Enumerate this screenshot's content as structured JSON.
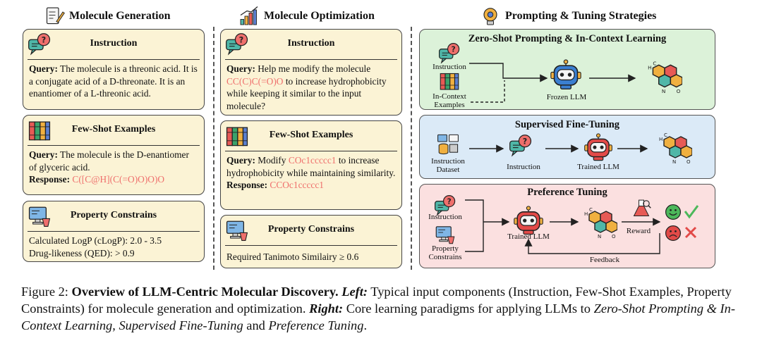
{
  "columns": {
    "generation": "Molecule Generation",
    "optimization": "Molecule Optimization",
    "strategies": "Prompting & Tuning Strategies"
  },
  "generation": {
    "instruction_title": "Instruction",
    "query_label": "Query:",
    "query_text": "The molecule is a threonic acid. It is a conjugate acid of a D-threonate. It is an enantiomer of a L-threonic acid.",
    "fewshot_title": "Few-Shot Examples",
    "fewshot_query_label": "Query:",
    "fewshot_query_text": "The molecule is the D-enantiomer of glyceric acid.",
    "response_label": "Response:",
    "response_text": "C([C@H](C(=O)O)O)O",
    "property_title": "Property Constrains",
    "property_line1": "Calculated LogP (cLogP): 2.0 - 3.5",
    "property_line2": "Drug-likeness (QED): > 0.9"
  },
  "optimization": {
    "instruction_title": "Instruction",
    "query_label": "Query:",
    "query_pre": "Help me modify the molecule",
    "query_smiles": "CC(C)C(=O)O",
    "query_post": "to increase hydrophobicity while keeping it similar to the input molecule?",
    "fewshot_title": "Few-Shot Examples",
    "fewshot_query_label": "Query:",
    "fewshot_pre": "Modify",
    "fewshot_smiles": "COc1ccccc1",
    "fewshot_post": "to increase hydrophobicity while maintaining similarity.",
    "response_label": "Response:",
    "response_text": "CCOc1ccccc1",
    "property_title": "Property Constrains",
    "property_line1": "Required Tanimoto Similairy ≥ 0.6"
  },
  "zero_shot": {
    "title": "Zero-Shot Prompting & In-Context Learning",
    "instruction": "Instruction",
    "examples": "In-Context Examples",
    "llm": "Frozen LLM"
  },
  "sft": {
    "title": "Supervised Fine-Tuning",
    "dataset": "Instruction Dataset",
    "instruction": "Instruction",
    "llm": "Trained LLM"
  },
  "pref": {
    "title": "Preference Tuning",
    "instruction": "Instruction",
    "constraints": "Property Constrains",
    "llm": "Trained LLM",
    "reward": "Reward",
    "feedback": "Feedback"
  },
  "caption": {
    "prefix": "Figure 2: ",
    "title": "Overview of LLM-Centric Molecular Discovery.",
    "left_label": "Left:",
    "left_text": " Typical input components (Instruction, Few-Shot Examples, Property Constraints) for molecule generation and optimization. ",
    "right_label": "Right:",
    "right_text": " Core learning paradigms for applying LLMs to ",
    "p1": "Zero-Shot Prompting & In-Context Learning",
    "sep1": ", ",
    "p2": "Supervised Fine-Tuning",
    "sep2": " and ",
    "p3": "Preference Tuning",
    "end": "."
  },
  "colors": {
    "card_bg": "#fbf3d5",
    "zero_shot_bg": "#dcf2d9",
    "sft_bg": "#dbeaf7",
    "pref_bg": "#fbe0e0",
    "smiles_red": "#ef6f6c",
    "robot_blue": "#3b7fd1",
    "robot_red": "#e24a48"
  }
}
